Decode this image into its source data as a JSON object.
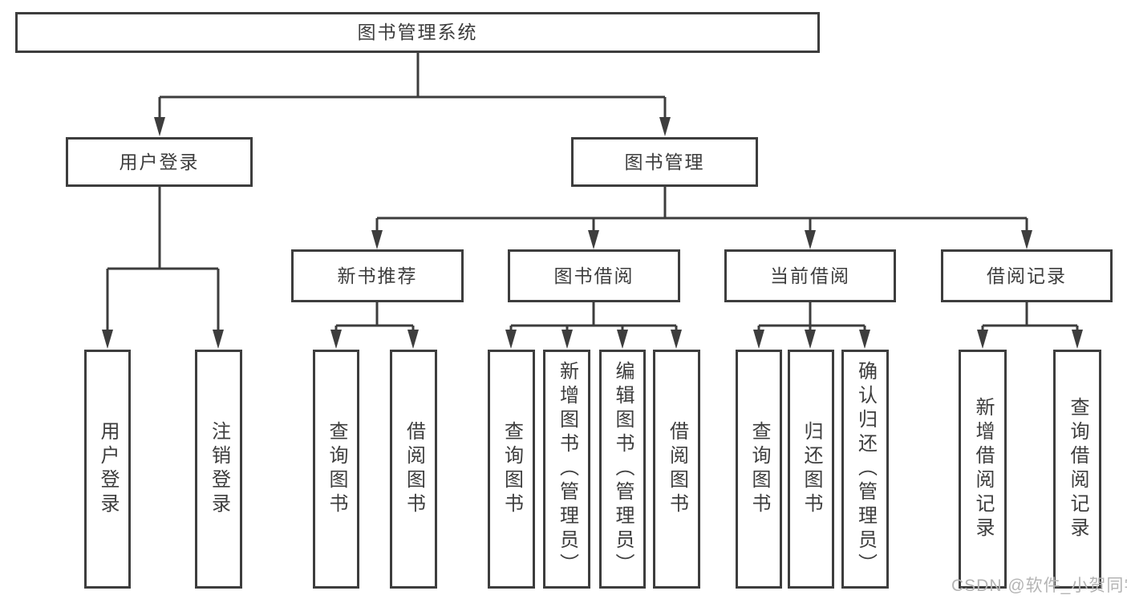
{
  "diagram": {
    "type": "hierarchy-tree",
    "colors": {
      "background": "#ffffff",
      "line": "#3d3d3d",
      "text": "#3d3d3d",
      "box_background": "#ffffff",
      "watermark": "#b4b4b4"
    },
    "nodes": {
      "root": {
        "label": "图书管理系统"
      },
      "level2": [
        {
          "label": "用户登录",
          "parent": "图书管理系统"
        },
        {
          "label": "图书管理",
          "parent": "图书管理系统"
        }
      ],
      "level3": [
        {
          "label": "新书推荐",
          "parent": "图书管理"
        },
        {
          "label": "图书借阅",
          "parent": "图书管理"
        },
        {
          "label": "当前借阅",
          "parent": "图书管理"
        },
        {
          "label": "借阅记录",
          "parent": "图书管理"
        }
      ],
      "leaves": [
        {
          "label": "用户登录",
          "parent": "用户登录"
        },
        {
          "label": "注销登录",
          "parent": "用户登录"
        },
        {
          "label": "查询图书",
          "parent": "新书推荐"
        },
        {
          "label": "借阅图书",
          "parent": "新书推荐"
        },
        {
          "label": "查询图书",
          "parent": "图书借阅"
        },
        {
          "label": "新增图书（管理员）",
          "parent": "图书借阅"
        },
        {
          "label": "编辑图书（管理员）",
          "parent": "图书借阅"
        },
        {
          "label": "借阅图书",
          "parent": "图书借阅"
        },
        {
          "label": "查询图书",
          "parent": "当前借阅"
        },
        {
          "label": "归还图书",
          "parent": "当前借阅"
        },
        {
          "label": "确认归还（管理员）",
          "parent": "当前借阅"
        },
        {
          "label": "新增借阅记录",
          "parent": "借阅记录"
        },
        {
          "label": "查询借阅记录",
          "parent": "借阅记录"
        }
      ]
    },
    "watermark": {
      "text": "CSDN @软件_小贺同学"
    }
  }
}
